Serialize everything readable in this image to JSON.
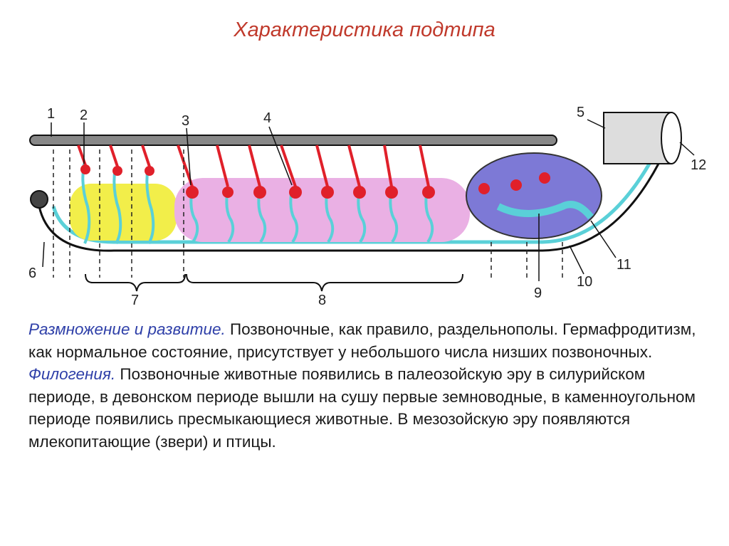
{
  "title": "Характеристика подтипа",
  "diagram": {
    "labels": [
      "1",
      "2",
      "3",
      "4",
      "5",
      "6",
      "7",
      "8",
      "9",
      "10",
      "11",
      "12"
    ]
  },
  "text": {
    "p1_heading": "Размножение и развитие.",
    "p1_body": " Позвоночные, как правило, раздельнополы. Гермафродитизм, как нормальное состояние, присутствует у небольшого числа низших позвоночных.",
    "p2_heading": "Филогения.",
    "p2_body": " Позвоночные животные появились в палеозойскую эру в силурийском периоде, в девонском периоде вышли на сушу первые земноводные, в каменноугольном периоде появились пресмыкающиеся животные. В мезозойскую эру появляются млекопитающие (звери) и птицы."
  },
  "colors": {
    "title": "#c0392b",
    "heading": "#2e3fa8",
    "yellow_zone": "#f2ee4a",
    "pink_zone": "#eab0e4",
    "blue_zone": "#7d79d6",
    "duct": "#5ad0d8",
    "vessel": "#e0202a"
  }
}
